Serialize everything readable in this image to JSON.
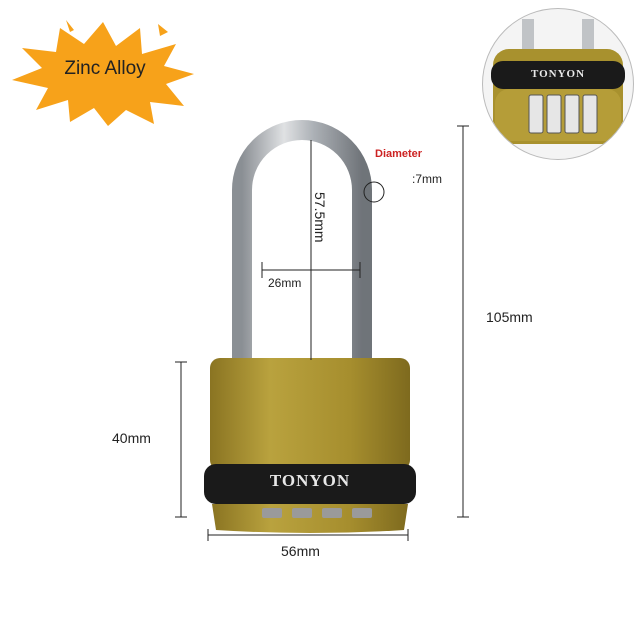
{
  "badge": {
    "label": "Zinc Alloy",
    "color": "#f7a21a"
  },
  "lock": {
    "brand": "TONYON",
    "body_color": "#a8912e",
    "bumper_color": "#1a1a1a",
    "shackle_color": "#c9ccd0"
  },
  "inset": {
    "brand": "TONYON"
  },
  "dimensions": {
    "shackle_height": "57.5mm",
    "shackle_width": "26mm",
    "diameter_label": "Diameter",
    "diameter_value": ":7mm",
    "total_height": "105mm",
    "body_height": "40mm",
    "body_width": "56mm"
  }
}
